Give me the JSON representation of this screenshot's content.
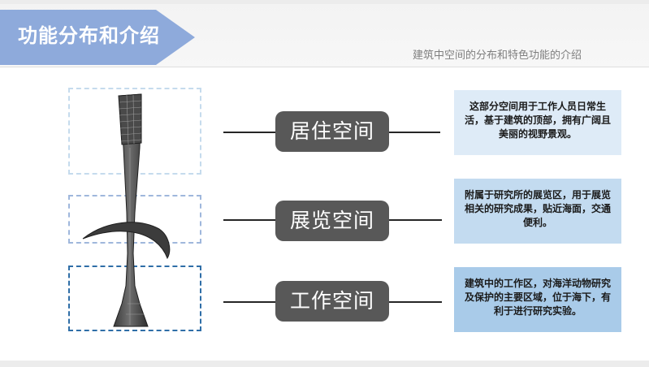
{
  "header": {
    "title": "功能分布和介绍",
    "subtitle": "建筑中空间的分布和特色功能的介绍"
  },
  "sections": [
    {
      "label": "居住空间",
      "description": "这部分空间用于工作人员日常生活，基于建筑的顶部，拥有广阔且美丽的视野景观。"
    },
    {
      "label": "展览空间",
      "description": "附属于研究所的展览区，用于展览相关的研究成果，贴近海面，交通便利。"
    },
    {
      "label": "工作空间",
      "description": "建筑中的工作区，对海洋动物研究及保护的主要区域，位于海下，有利于进行研究实验。"
    }
  ],
  "colors": {
    "title_tab": "#8eaadb",
    "pill": "#585858",
    "desc_light": "#deebf7",
    "desc_mid": "#c3dbf0",
    "desc_dark": "#a9cbe9",
    "box_light": "#c5dbed",
    "box_mid": "#9fb7dc",
    "box_dark": "#2f6ea7"
  }
}
